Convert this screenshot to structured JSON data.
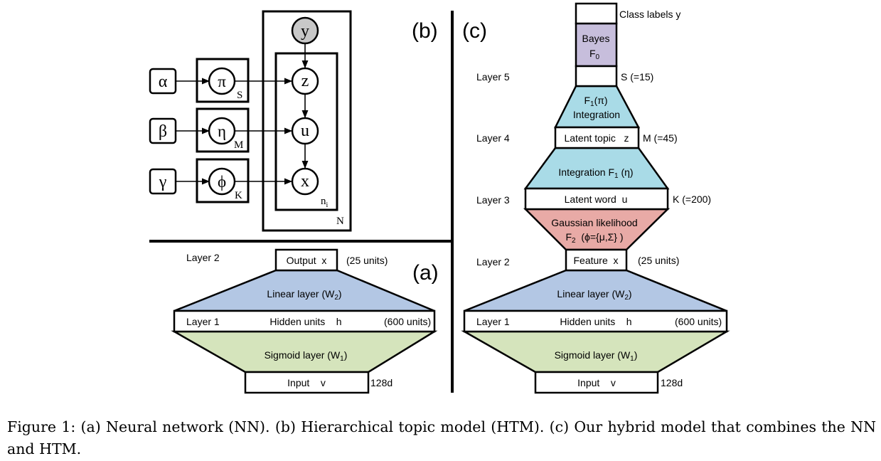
{
  "panels": {
    "a": "(a)",
    "b": "(b)",
    "c": "(c)"
  },
  "b": {
    "nodes": {
      "y": "y",
      "z": "z",
      "u": "u",
      "x": "x",
      "pi": "π",
      "eta": "η",
      "phi": "ϕ"
    },
    "hyper": {
      "alpha": "α",
      "beta": "β",
      "gamma": "γ"
    },
    "plates": {
      "S": "S",
      "M": "M",
      "K": "K",
      "N": "N",
      "ni": "n",
      "ni_sub": "i"
    }
  },
  "a": {
    "layer2": "Layer 2",
    "output": "Output  x",
    "output_units": "(25 units)",
    "linear": "Linear layer (W",
    "linear_sub": "2",
    "layer1": "Layer 1",
    "hidden": "Hidden units    h",
    "hidden_units": "(600 units)",
    "sigmoid": "Sigmoid layer (W",
    "sigmoid_sub": "1",
    "input": "Input    v",
    "input_dim": "128d"
  },
  "c": {
    "class_labels": "Class labels y",
    "bayes": "Bayes",
    "bayes_f": "F",
    "bayes_sub": "0",
    "layer5": "Layer 5",
    "s15": "S (=15)",
    "f1pi": "F",
    "f1pi_sub": "1",
    "f1pi_arg": "(π)",
    "integration": "Integration",
    "layer4": "Layer 4",
    "latent_topic": "Latent topic   z",
    "m45": "M (=45)",
    "integration_f1eta": "Integration F",
    "integration_f1eta_sub": "1",
    "integration_f1eta_arg": " (η)",
    "layer3": "Layer 3",
    "latent_word": "Latent word  u",
    "k200": "K (=200)",
    "gaussian": "Gaussian likelihood",
    "f2": "F",
    "f2_sub": "2",
    "f2_arg": "  (ϕ={μ,Σ} )",
    "layer2": "Layer 2",
    "feature": "Feature  x",
    "feature_units": "(25 units)",
    "linear": "Linear layer (W",
    "linear_sub": "2",
    "layer1": "Layer 1",
    "hidden": "Hidden units    h",
    "hidden_units": "(600 units)",
    "sigmoid": "Sigmoid layer (W",
    "sigmoid_sub": "1",
    "input": "Input    v",
    "input_dim": "128d"
  },
  "caption": "Figure 1: (a) Neural network (NN). (b) Hierarchical topic model (HTM). (c) Our hybrid model that combines the NN and HTM.",
  "colors": {
    "bayes": "#c7bedc",
    "integration": "#a9dbe7",
    "gaussian": "#e8aaa6",
    "linear": "#b3c7e4",
    "sigmoid": "#d5e4bc",
    "node_y": "#c8c8c8"
  }
}
